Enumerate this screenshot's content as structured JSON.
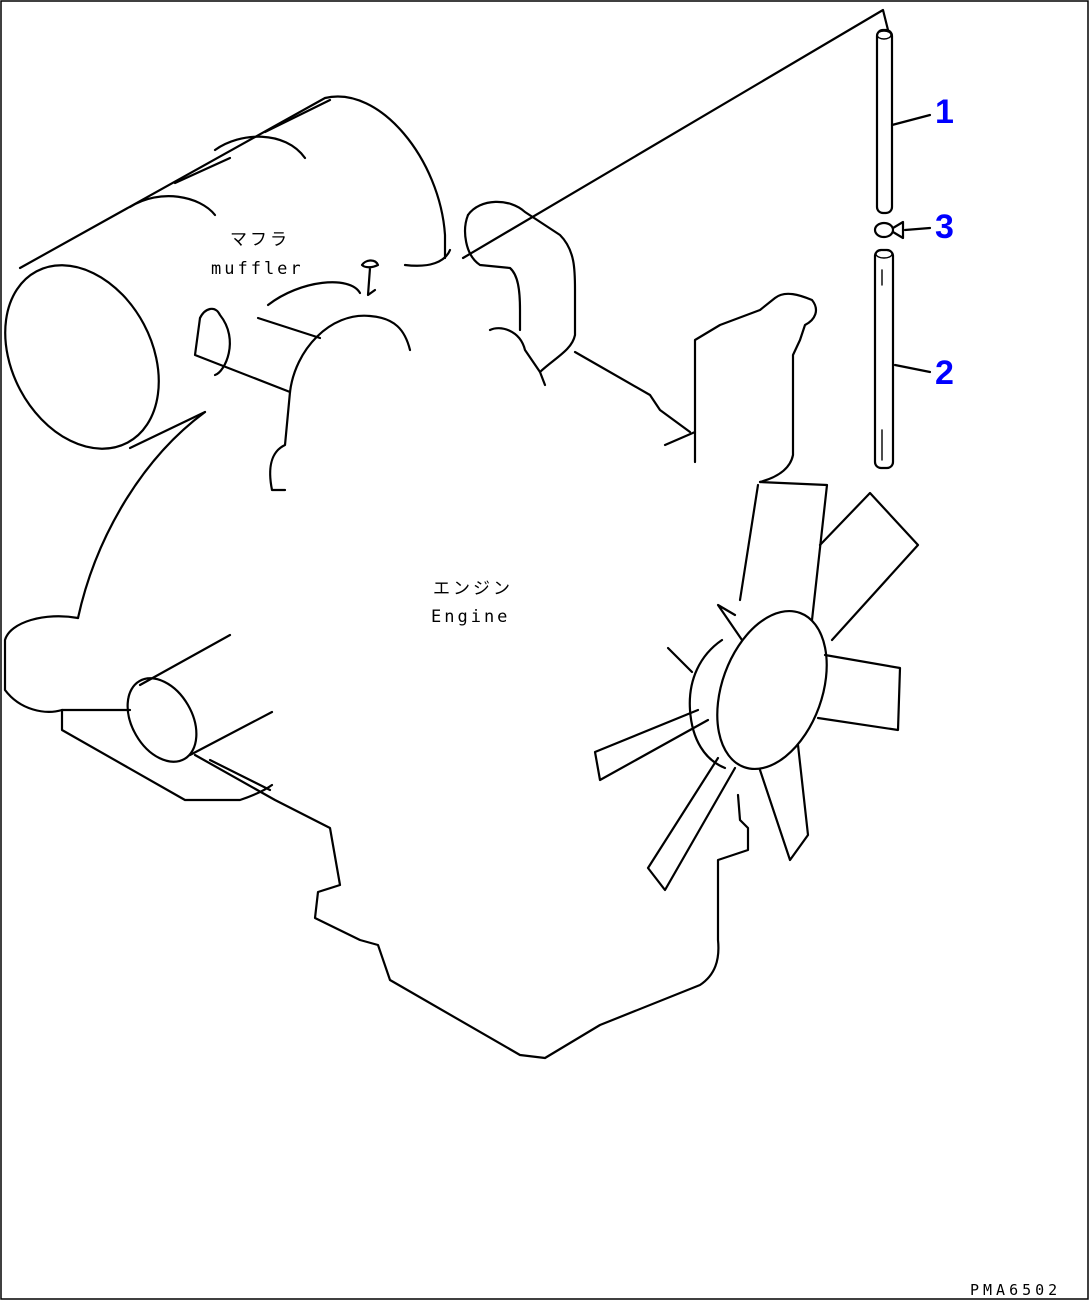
{
  "labels": {
    "muffler_jp": "マフラ",
    "muffler_en": "muffler",
    "engine_jp": "エンジン",
    "engine_en": "Engine"
  },
  "callouts": [
    "1",
    "2",
    "3"
  ],
  "drawing_code": "PMA6502"
}
